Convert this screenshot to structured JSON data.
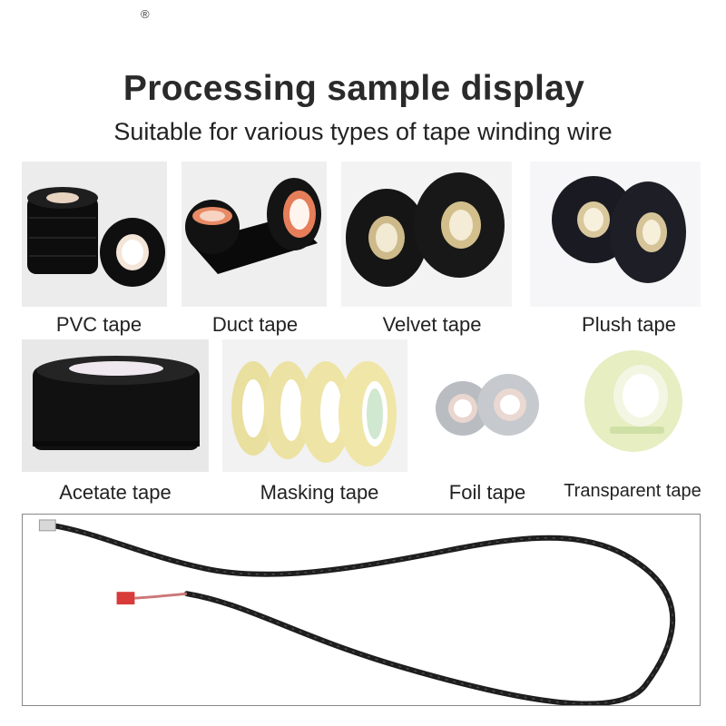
{
  "header": {
    "registered_mark": "®",
    "title": "Processing sample display",
    "subtitle": "Suitable for various types of tape winding wire"
  },
  "samples": [
    {
      "label": "PVC tape",
      "icon": "pvc-tape-image",
      "color": "#111111"
    },
    {
      "label": "Duct tape",
      "icon": "duct-tape-image",
      "color": "#151515"
    },
    {
      "label": "Velvet tape",
      "icon": "velvet-tape-image",
      "color": "#1a1a1a"
    },
    {
      "label": "Plush tape",
      "icon": "plush-tape-image",
      "color": "#1c1c22"
    },
    {
      "label": "Acetate tape",
      "icon": "acetate-tape-image",
      "color": "#161616"
    },
    {
      "label": "Masking tape",
      "icon": "masking-tape-image",
      "color": "#efe7a6"
    },
    {
      "label": "Foil tape",
      "icon": "foil-tape-image",
      "color": "#c9ccd0"
    },
    {
      "label": "Transparent tape",
      "icon": "transparent-tape-image",
      "color": "#e9efc8"
    }
  ],
  "cable": {
    "icon": "wrapped-wire-harness-image",
    "wire_color": "#1e1e1e",
    "connector_color": "#d93a3a"
  }
}
